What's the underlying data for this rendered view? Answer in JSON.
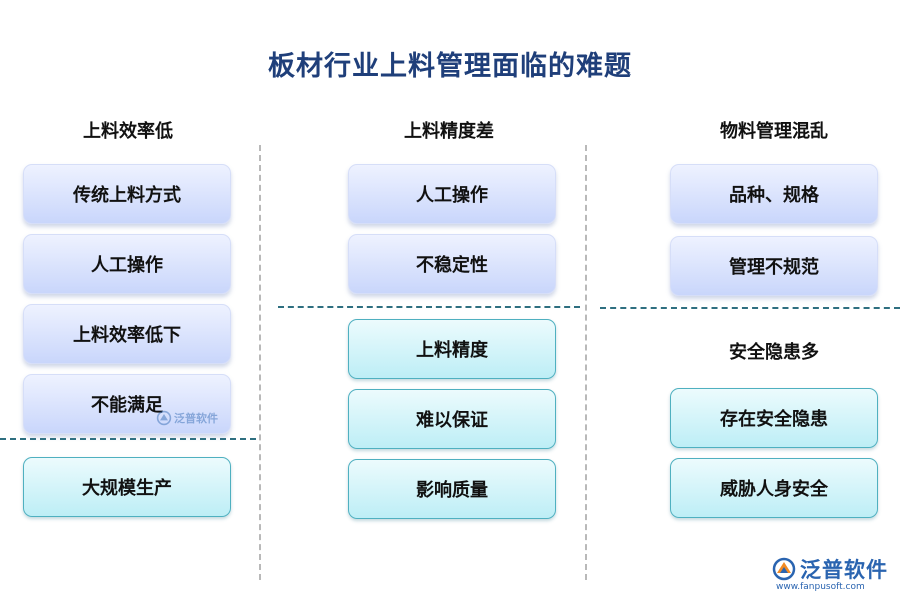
{
  "title": "板材行业上料管理面临的难题",
  "columns": [
    {
      "heading": "上料效率低",
      "items": [
        "传统上料方式",
        "人工操作",
        "上料效率低下",
        "不能满足"
      ],
      "bottom_items": [
        "大规模生产"
      ]
    },
    {
      "heading": "上料精度差",
      "items": [
        "人工操作",
        "不稳定性"
      ],
      "bottom_items": [
        "上料精度",
        "难以保证",
        "影响质量"
      ]
    },
    {
      "heading": "物料管理混乱",
      "items": [
        "品种、规格",
        "管理不规范"
      ],
      "sub_heading": "安全隐患多",
      "bottom_items": [
        "存在安全隐患",
        "威胁人身安全"
      ]
    }
  ],
  "watermark": {
    "text": "泛普软件"
  },
  "logo": {
    "text": "泛普软件",
    "url": "www.fanpusoft.com"
  },
  "colors": {
    "title": "#1f3f7a",
    "brand": "#2a64b0",
    "divider": "#2e6f80"
  }
}
